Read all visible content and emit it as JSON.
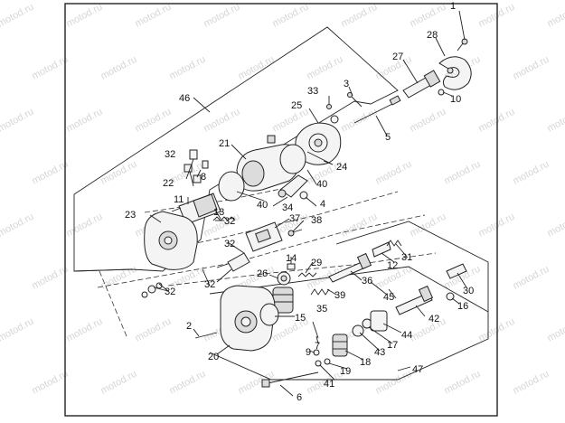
{
  "diagram": {
    "watermark": "motod.ru",
    "callouts": [
      {
        "id": "c1",
        "text": "1"
      },
      {
        "id": "c2",
        "text": "2"
      },
      {
        "id": "c3",
        "text": "3"
      },
      {
        "id": "c4",
        "text": "4"
      },
      {
        "id": "c5",
        "text": "5"
      },
      {
        "id": "c6",
        "text": "6"
      },
      {
        "id": "c7",
        "text": "7"
      },
      {
        "id": "c8",
        "text": "8"
      },
      {
        "id": "c9",
        "text": "9"
      },
      {
        "id": "c10",
        "text": "10"
      },
      {
        "id": "c11",
        "text": "11"
      },
      {
        "id": "c12",
        "text": "12"
      },
      {
        "id": "c13",
        "text": "13"
      },
      {
        "id": "c14",
        "text": "14"
      },
      {
        "id": "c15",
        "text": "15"
      },
      {
        "id": "c16",
        "text": "16"
      },
      {
        "id": "c17",
        "text": "17"
      },
      {
        "id": "c18",
        "text": "18"
      },
      {
        "id": "c19",
        "text": "19"
      },
      {
        "id": "c20",
        "text": "20"
      },
      {
        "id": "c21",
        "text": "21"
      },
      {
        "id": "c22",
        "text": "22"
      },
      {
        "id": "c23",
        "text": "23"
      },
      {
        "id": "c24",
        "text": "24"
      },
      {
        "id": "c25",
        "text": "25"
      },
      {
        "id": "c26",
        "text": "26"
      },
      {
        "id": "c27",
        "text": "27"
      },
      {
        "id": "c28",
        "text": "28"
      },
      {
        "id": "c29",
        "text": "29"
      },
      {
        "id": "c30",
        "text": "30"
      },
      {
        "id": "c31",
        "text": "31"
      },
      {
        "id": "c32a",
        "text": "32"
      },
      {
        "id": "c32b",
        "text": "32"
      },
      {
        "id": "c32c",
        "text": "32"
      },
      {
        "id": "c32d",
        "text": "32"
      },
      {
        "id": "c32e",
        "text": "32"
      },
      {
        "id": "c33",
        "text": "33"
      },
      {
        "id": "c34",
        "text": "34"
      },
      {
        "id": "c35",
        "text": "35"
      },
      {
        "id": "c36",
        "text": "36"
      },
      {
        "id": "c37",
        "text": "37"
      },
      {
        "id": "c38",
        "text": "38"
      },
      {
        "id": "c39",
        "text": "39"
      },
      {
        "id": "c40a",
        "text": "40"
      },
      {
        "id": "c40b",
        "text": "40"
      },
      {
        "id": "c41",
        "text": "41"
      },
      {
        "id": "c42",
        "text": "42"
      },
      {
        "id": "c43",
        "text": "43"
      },
      {
        "id": "c44",
        "text": "44"
      },
      {
        "id": "c45",
        "text": "45"
      },
      {
        "id": "c46",
        "text": "46"
      },
      {
        "id": "c47",
        "text": "47"
      }
    ]
  }
}
